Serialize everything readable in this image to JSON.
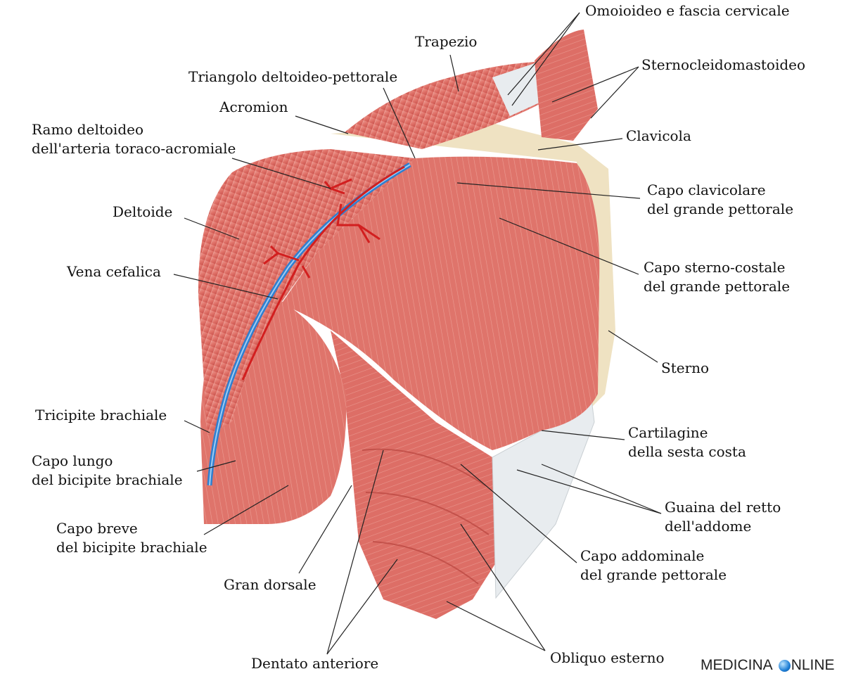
{
  "labels": {
    "omoioideo": "Omoioideo e fascia cervicale",
    "trapezio": "Trapezio",
    "sternocleidomastoideo": "Sternocleidomastoideo",
    "triangolo": "Triangolo deltoideo-pettorale",
    "acromion": "Acromion",
    "clavicola": "Clavicola",
    "ramo_1": "Ramo deltoideo",
    "ramo_2": "dell'arteria toraco-acromiale",
    "capo_clav_1": "Capo clavicolare",
    "capo_clav_2": "del grande pettorale",
    "deltoide": "Deltoide",
    "capo_sterno_1": "Capo sterno-costale",
    "capo_sterno_2": "del grande pettorale",
    "vena": "Vena cefalica",
    "sterno": "Sterno",
    "tricipite": "Tricipite brachiale",
    "cartilagine_1": "Cartilagine",
    "cartilagine_2": "della sesta costa",
    "capo_lungo_1": "Capo lungo",
    "capo_lungo_2": "del bicipite brachiale",
    "guaina_1": "Guaina del retto",
    "guaina_2": "dell'addome",
    "capo_breve_1": "Capo breve",
    "capo_breve_2": "del bicipite brachiale",
    "capo_add_1": "Capo addominale",
    "capo_add_2": "del grande pettorale",
    "gran_dorsale": "Gran dorsale",
    "dentato": "Dentato anteriore",
    "obliquo": "Obliquo esterno"
  },
  "watermark": {
    "part1": "MEDICINA",
    "part2": "NLINE",
    "icon": "globe-icon"
  },
  "colors": {
    "muscle": "#e27a72",
    "muscle_dark": "#c9524c",
    "bone": "#efe2c2",
    "vein": "#2f7fd0",
    "artery": "#d21f1f",
    "fascia": "#e8ecef"
  }
}
